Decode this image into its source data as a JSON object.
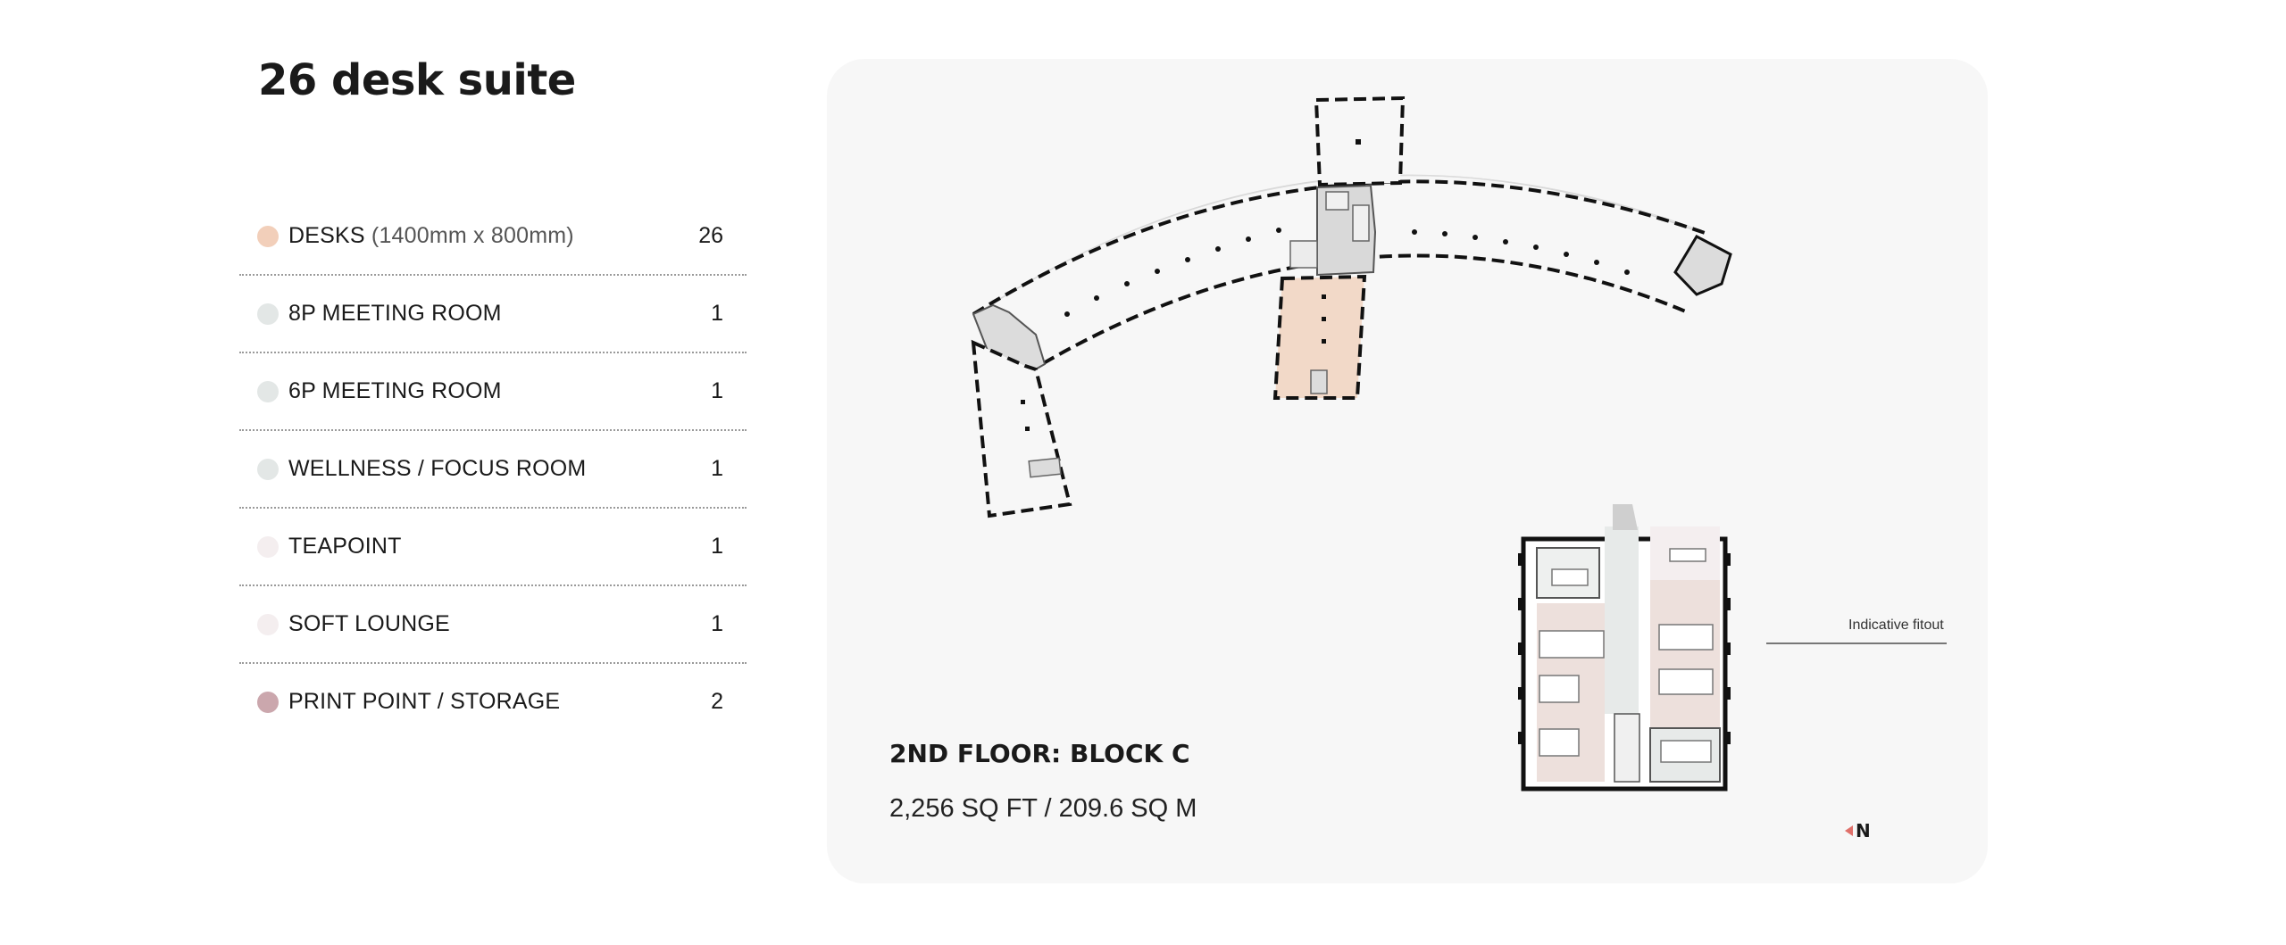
{
  "title": "26 desk suite",
  "legend": [
    {
      "label": "DESKS",
      "detail": "(1400mm x 800mm)",
      "count": "26",
      "color": "#f2cfba"
    },
    {
      "label": "8P MEETING ROOM",
      "detail": "",
      "count": "1",
      "color": "#e3e7e6"
    },
    {
      "label": "6P MEETING ROOM",
      "detail": "",
      "count": "1",
      "color": "#e3e7e6"
    },
    {
      "label": "WELLNESS / FOCUS ROOM",
      "detail": "",
      "count": "1",
      "color": "#e3e7e6"
    },
    {
      "label": "TEAPOINT",
      "detail": "",
      "count": "1",
      "color": "#f4eeef"
    },
    {
      "label": "SOFT LOUNGE",
      "detail": "",
      "count": "1",
      "color": "#f4eeef"
    },
    {
      "label": "PRINT POINT / STORAGE",
      "detail": "",
      "count": "2",
      "color": "#cba7ad"
    }
  ],
  "plan": {
    "floor_title": "2ND FLOOR: BLOCK C",
    "area": "2,256 SQ FT / 209.6 SQ M",
    "fitout_label": "Indicative fitout",
    "north_label": "N",
    "highlight_color": "#f2d9c8"
  }
}
